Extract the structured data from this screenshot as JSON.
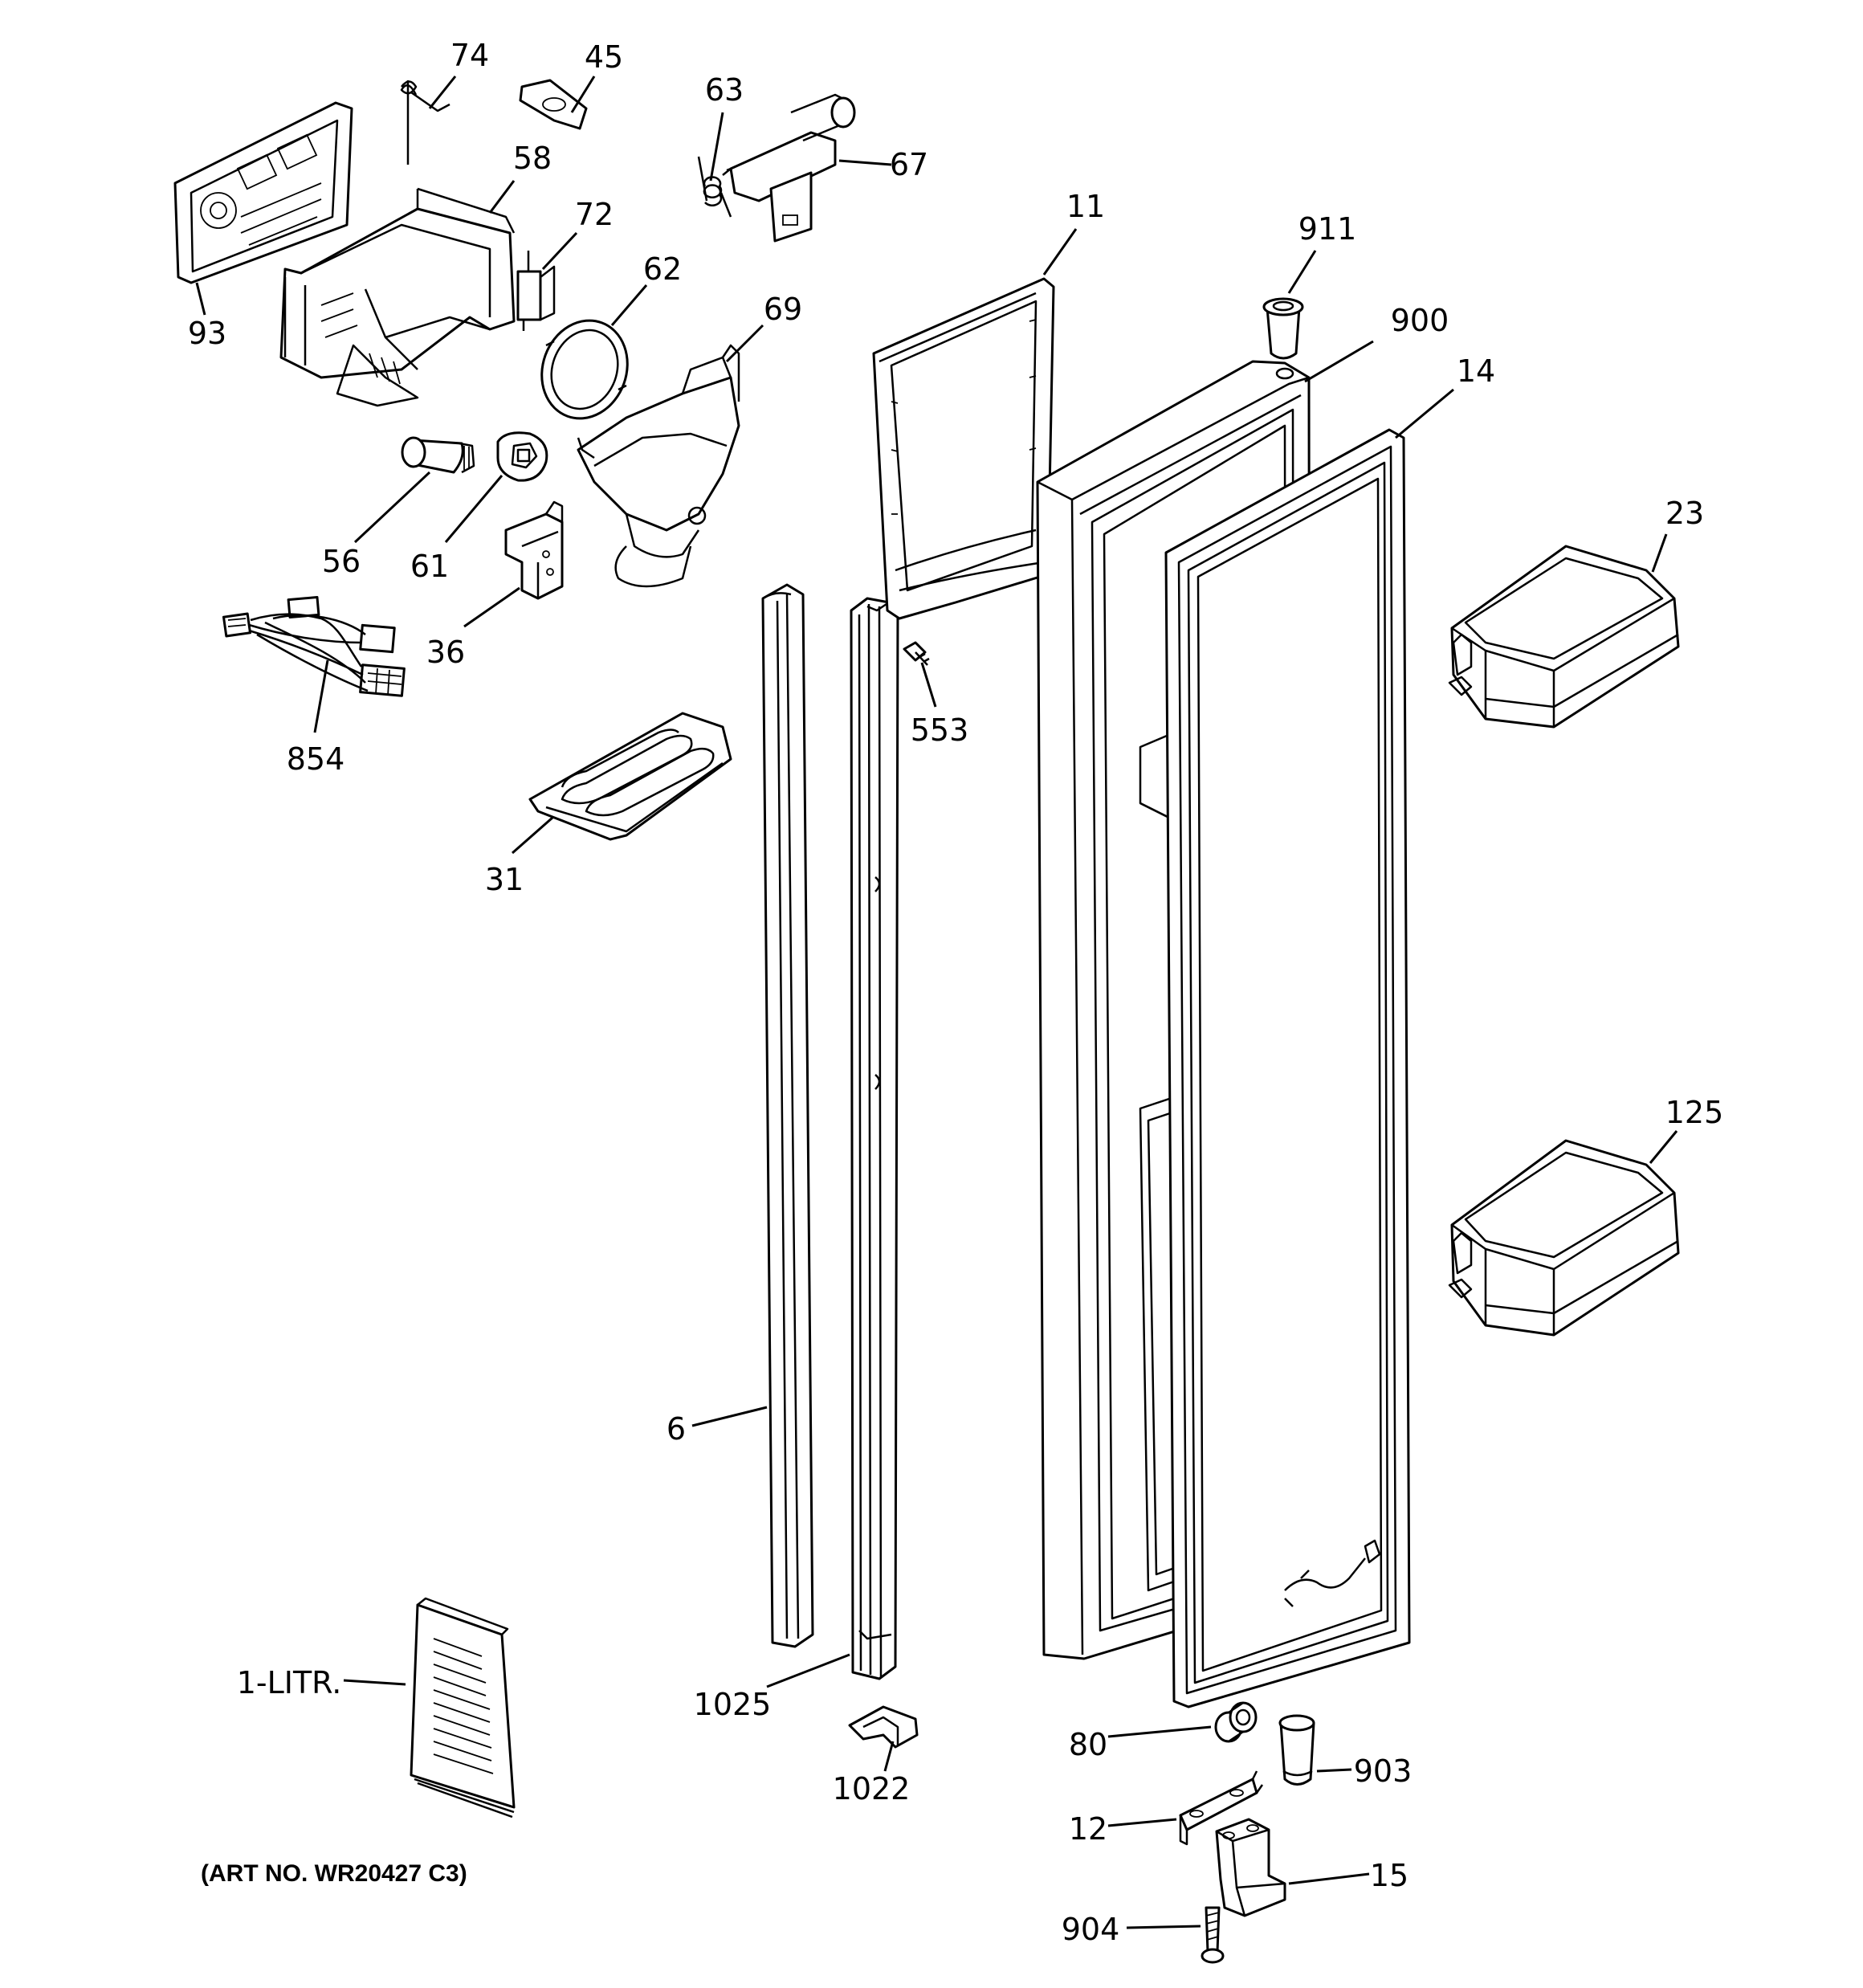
{
  "callouts": {
    "c74": "74",
    "c45": "45",
    "c63": "63",
    "c67": "67",
    "c58": "58",
    "c72": "72",
    "c11": "11",
    "c911": "911",
    "c93": "93",
    "c62": "62",
    "c69": "69",
    "c900": "900",
    "c14": "14",
    "c23": "23",
    "c56": "56",
    "c61": "61",
    "c36": "36",
    "c553": "553",
    "c854": "854",
    "c31": "31",
    "c125": "125",
    "c6": "6",
    "c1litr": "1-LITR.",
    "c1025": "1025",
    "c1022": "1022",
    "c80": "80",
    "c903": "903",
    "c12": "12",
    "c15": "15",
    "c904": "904"
  },
  "art_number": "(ART NO. WR20427 C3)"
}
